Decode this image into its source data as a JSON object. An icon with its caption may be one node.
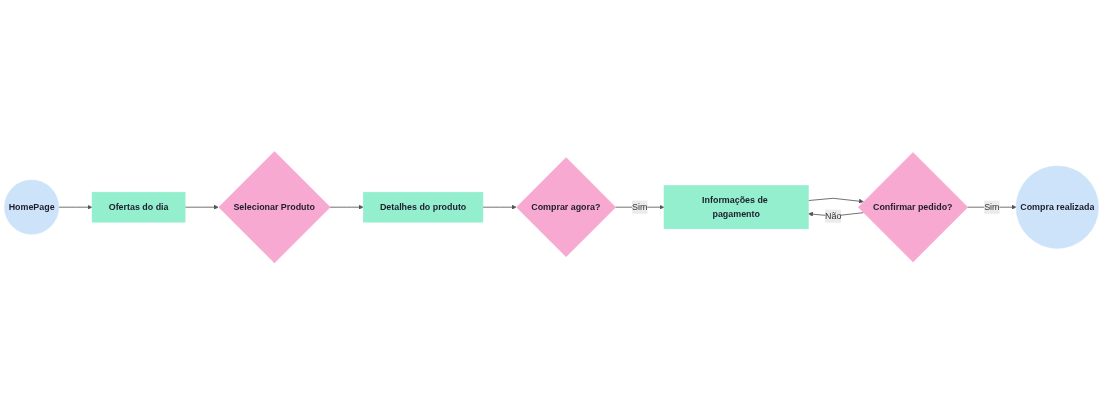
{
  "diagram": {
    "nodes": [
      {
        "text": [
          "HomePage"
        ]
      },
      {
        "text": [
          "Ofertas do dia"
        ]
      },
      {
        "text": [
          "Selecionar Produto"
        ]
      },
      {
        "text": [
          "Detalhes do produto"
        ]
      },
      {
        "text": [
          "Comprar agora?"
        ]
      },
      {
        "text": [
          "Informações de pagamento"
        ]
      },
      {
        "text": [
          "Confirmar pedido?"
        ]
      },
      {
        "text": [
          "Compra realizada"
        ]
      }
    ],
    "edges": [
      {
        "from": 0,
        "to": 1,
        "arrow": "to"
      },
      {
        "from": 1,
        "to": 2,
        "arrow": "to"
      },
      {
        "from": 2,
        "to": 3,
        "arrow": "to"
      },
      {
        "from": 3,
        "to": 4,
        "arrow": "to"
      },
      {
        "from": 4,
        "to": 5,
        "arrow": "to",
        "label": "Sim"
      },
      {
        "from": 5,
        "to": 6,
        "arrow": "to"
      },
      {
        "from": 6,
        "to": 7,
        "arrow": "to",
        "label": "Sim"
      },
      {
        "from": 6,
        "to": 5,
        "arrow": "to",
        "label": "Não"
      }
    ]
  }
}
